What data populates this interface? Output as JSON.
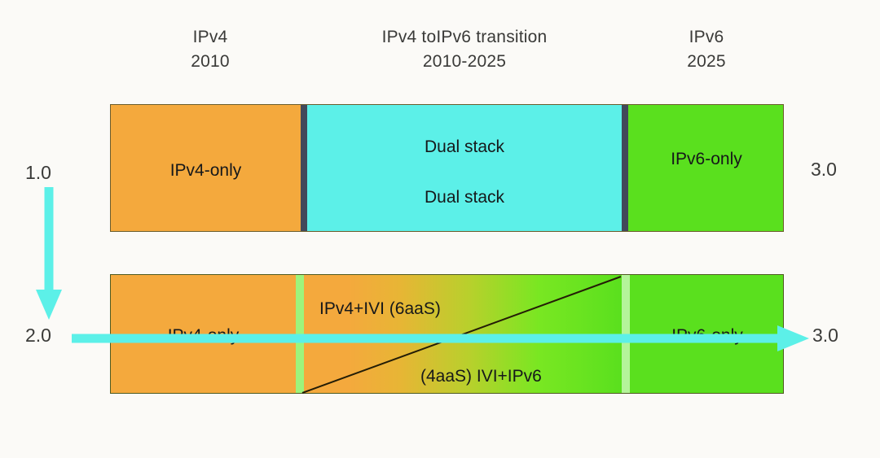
{
  "diagram": {
    "title_columns": [
      {
        "line1": "IPv4",
        "line2": "2010"
      },
      {
        "line1": "IPv4 toIPv6 transition",
        "line2": "2010-2025"
      },
      {
        "line1": "IPv6",
        "line2": "2025"
      }
    ],
    "scale_labels": {
      "top_left": "1.0",
      "top_right": "3.0",
      "bottom_left": "2.0",
      "bottom_right": "3.0"
    },
    "bar_top": {
      "name": "dual-stack-approach",
      "segments": [
        {
          "id": "ipv4-only",
          "label": "IPv4-only",
          "color": "#f4a93d"
        },
        {
          "id": "divider-left",
          "label": "",
          "color": "#42495a"
        },
        {
          "id": "dual-stack",
          "label_1": "Dual stack",
          "label_2": "Dual stack",
          "color": "#5cf0e8"
        },
        {
          "id": "divider-right",
          "label": "",
          "color": "#42495a"
        },
        {
          "id": "ipv6-only",
          "label": "IPv6-only",
          "color": "#5ae01e"
        }
      ]
    },
    "bar_bottom": {
      "name": "ivi-translation-approach",
      "segments": [
        {
          "id": "ipv4-only",
          "label": "IPv4-only",
          "color": "#f4a93d"
        },
        {
          "id": "band-left",
          "label": "",
          "color": "#9df47c"
        },
        {
          "id": "transition-gradient",
          "label_upper": "IPv4+IVI  (6aaS)",
          "label_lower": "(4aaS) IVI+IPv6",
          "color_start": "#f4a93d",
          "color_end": "#5ae01e"
        },
        {
          "id": "band-right",
          "label": "",
          "color": "#b4f49a"
        },
        {
          "id": "ipv6-only",
          "label": "IPv6-only",
          "color": "#5ae01e"
        }
      ]
    },
    "arrows": {
      "vertical": {
        "name": "evolution-arrow-down",
        "color": "#5cf0e8",
        "direction": "down"
      },
      "horizontal": {
        "name": "evolution-arrow-right",
        "color": "#5cf0e8",
        "direction": "right"
      }
    }
  }
}
